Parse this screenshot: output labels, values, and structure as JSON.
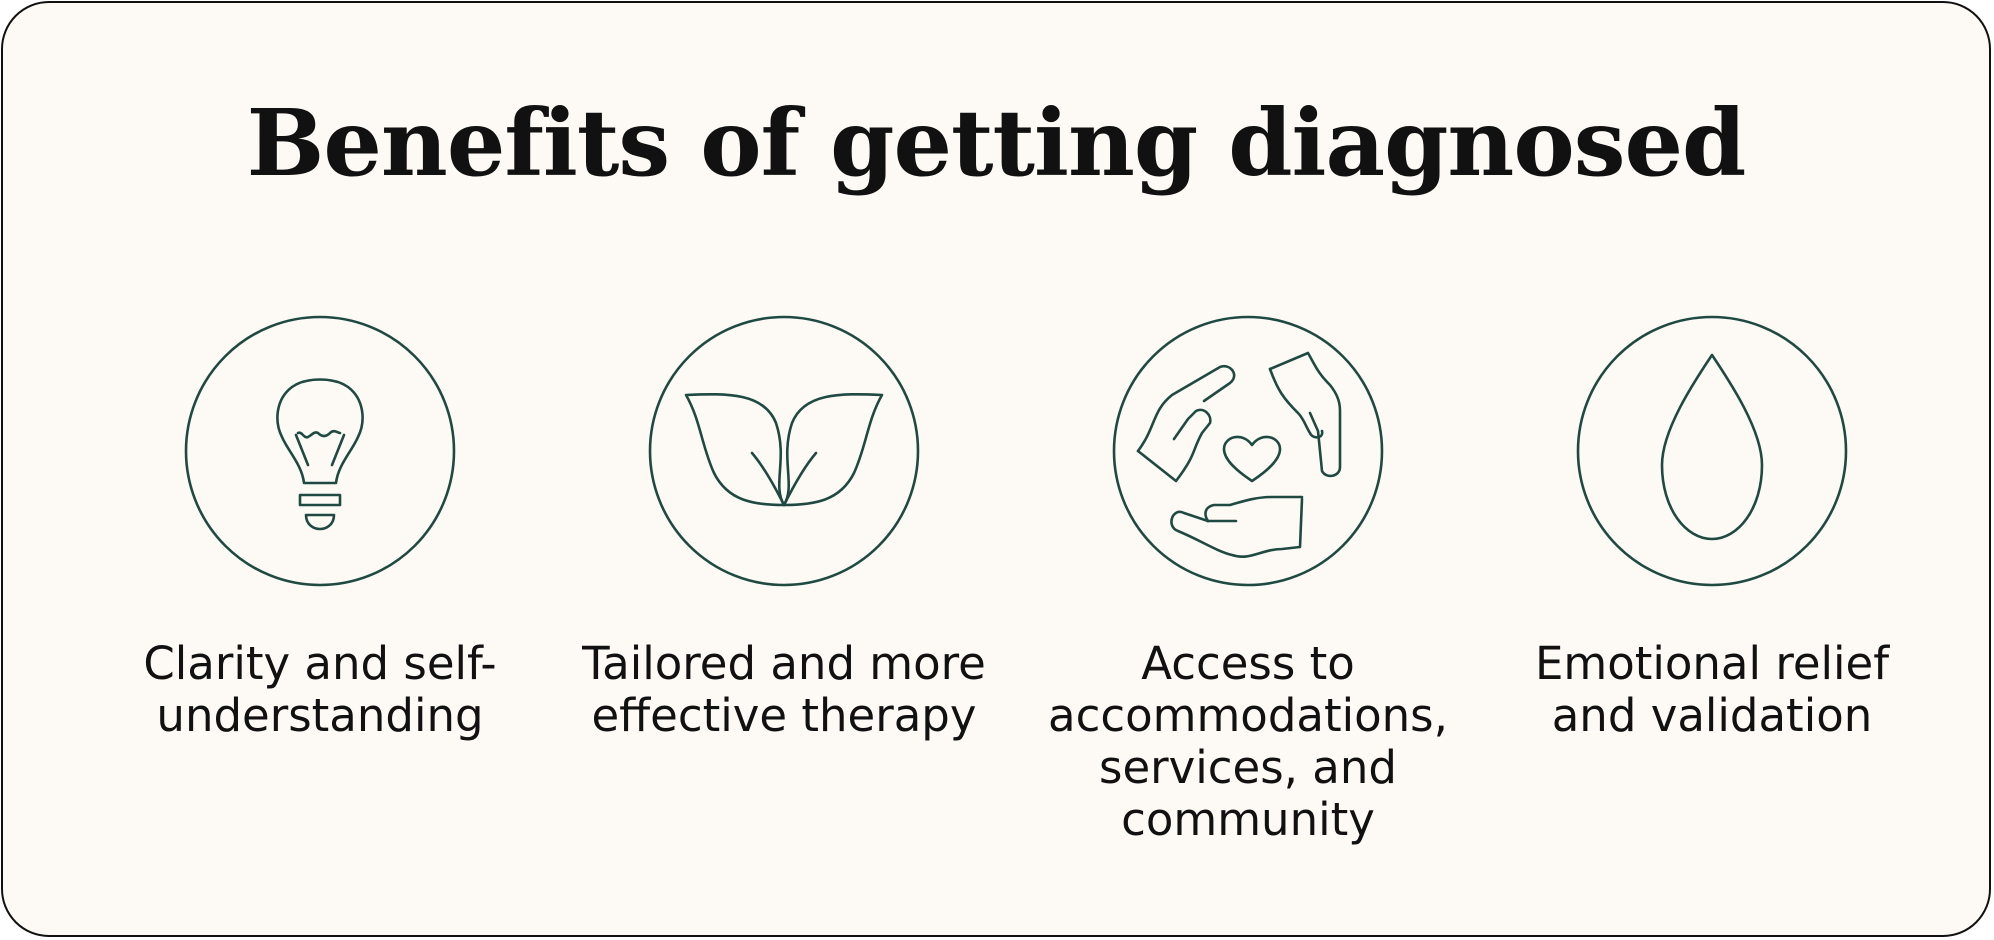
{
  "title": "Benefits of getting diagnosed",
  "colors": {
    "background": "#fdf9f5",
    "icon_stroke": "#1e4a42",
    "text": "#111111",
    "border": "#111111"
  },
  "benefits": [
    {
      "icon": "lightbulb-icon",
      "label_line1": "Clarity and self-",
      "label_line2": "understanding"
    },
    {
      "icon": "leaf-icon",
      "label_line1": "Tailored and more",
      "label_line2": "effective therapy"
    },
    {
      "icon": "hands-heart-icon",
      "label_line1": "Access to",
      "label_line2": "accommodations,",
      "label_line3": "services, and",
      "label_line4": "community"
    },
    {
      "icon": "drop-icon",
      "label_line1": "Emotional relief",
      "label_line2": "and validation"
    }
  ]
}
